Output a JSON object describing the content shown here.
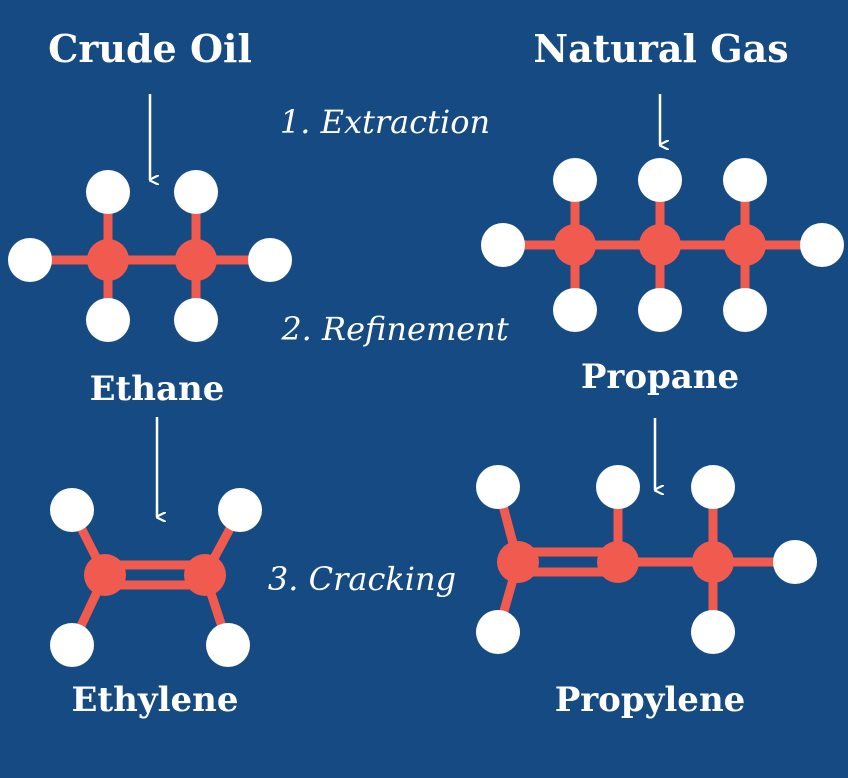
{
  "colors": {
    "background": "#154a82",
    "carbon": "#f15a4f",
    "hydrogen": "#ffffff",
    "text": "#ffffff"
  },
  "sources": {
    "crude_oil": "Crude Oil",
    "natural_gas": "Natural Gas"
  },
  "steps": {
    "extraction": "1. Extraction",
    "refinement": "2. Refinement",
    "cracking": "3. Cracking"
  },
  "molecules": {
    "ethane": "Ethane",
    "propane": "Propane",
    "ethylene": "Ethylene",
    "propylene": "Propylene"
  }
}
